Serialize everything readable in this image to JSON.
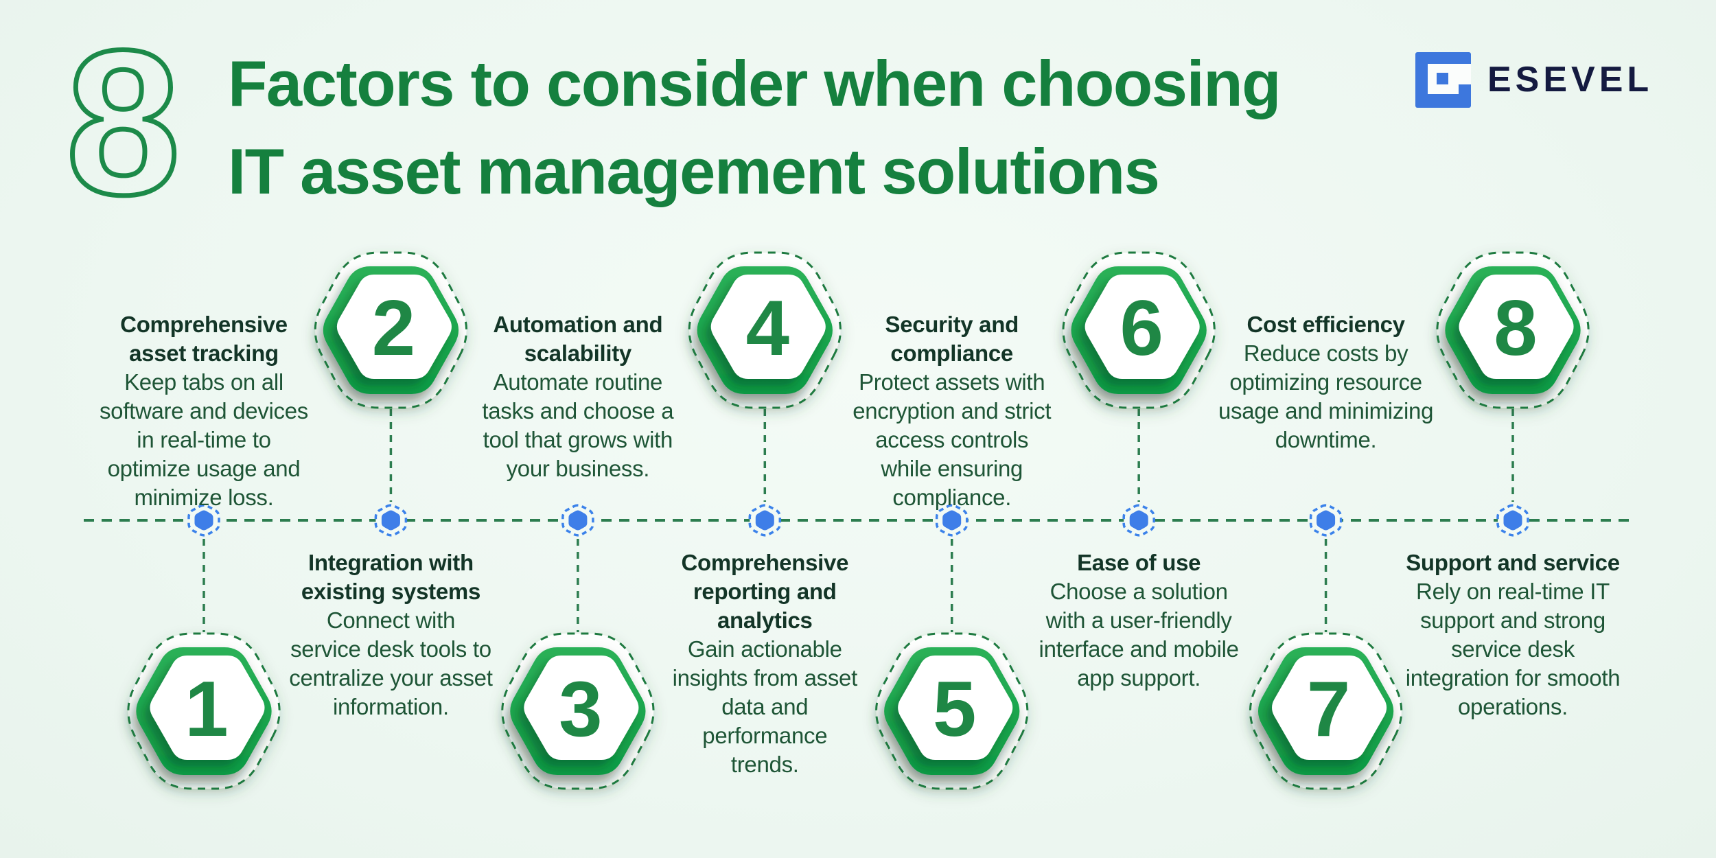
{
  "header": {
    "count": "8",
    "title_line1": "Factors to consider when choosing",
    "title_line2": "IT asset management solutions",
    "brand": "ESEVEL"
  },
  "colors": {
    "background": "#edf7f1",
    "title_green": "#15803e",
    "big_number_outline": "#1c8a49",
    "ring_green_top": "#2bb158",
    "ring_green_bottom": "#0d9a44",
    "badge_number_green": "#1f8745",
    "badge_dashed_outline": "#1e7a40",
    "timeline_green": "#2c7d4f",
    "node_blue": "#3e7ee8",
    "node_dashed_blue": "#3b82ea",
    "heading_text": "#133527",
    "body_text": "#1e5536",
    "brand_blue": "#3d77dd",
    "brand_navy": "#141a40",
    "badge_face_white": "#ffffff"
  },
  "timeline": {
    "items": [
      {
        "number": "1",
        "side": "bottom",
        "title_lines": [
          "Comprehensive",
          "asset tracking"
        ],
        "desc_lines": [
          "Keep tabs on all",
          "software and devices",
          "in real-time to",
          "optimize usage and",
          "minimize loss."
        ]
      },
      {
        "number": "2",
        "side": "top",
        "title_lines": [
          "Integration with",
          "existing systems"
        ],
        "desc_lines": [
          "Connect with",
          "service desk tools to",
          "centralize your asset",
          "information."
        ]
      },
      {
        "number": "3",
        "side": "bottom",
        "title_lines": [
          "Automation and",
          "scalability"
        ],
        "desc_lines": [
          "Automate routine",
          "tasks and choose a",
          "tool that grows with",
          "your business."
        ]
      },
      {
        "number": "4",
        "side": "top",
        "title_lines": [
          "Comprehensive",
          "reporting and",
          "analytics"
        ],
        "desc_lines": [
          "Gain actionable",
          "insights from asset",
          "data and",
          "performance",
          "trends."
        ]
      },
      {
        "number": "5",
        "side": "bottom",
        "title_lines": [
          "Security and",
          "compliance"
        ],
        "desc_lines": [
          "Protect assets with",
          "encryption and strict",
          "access controls",
          "while ensuring",
          "compliance."
        ]
      },
      {
        "number": "6",
        "side": "top",
        "title_lines": [
          "Ease of use"
        ],
        "desc_lines": [
          "Choose a solution",
          "with a user-friendly",
          "interface and mobile",
          "app support."
        ]
      },
      {
        "number": "7",
        "side": "bottom",
        "title_lines": [
          "Cost efficiency"
        ],
        "desc_lines": [
          "Reduce costs by",
          "optimizing resource",
          "usage and minimizing",
          "downtime."
        ]
      },
      {
        "number": "8",
        "side": "top",
        "title_lines": [
          "Support and service"
        ],
        "desc_lines": [
          "Rely on real-time IT",
          "support and strong",
          "service desk",
          "integration for smooth",
          "operations."
        ]
      }
    ]
  }
}
